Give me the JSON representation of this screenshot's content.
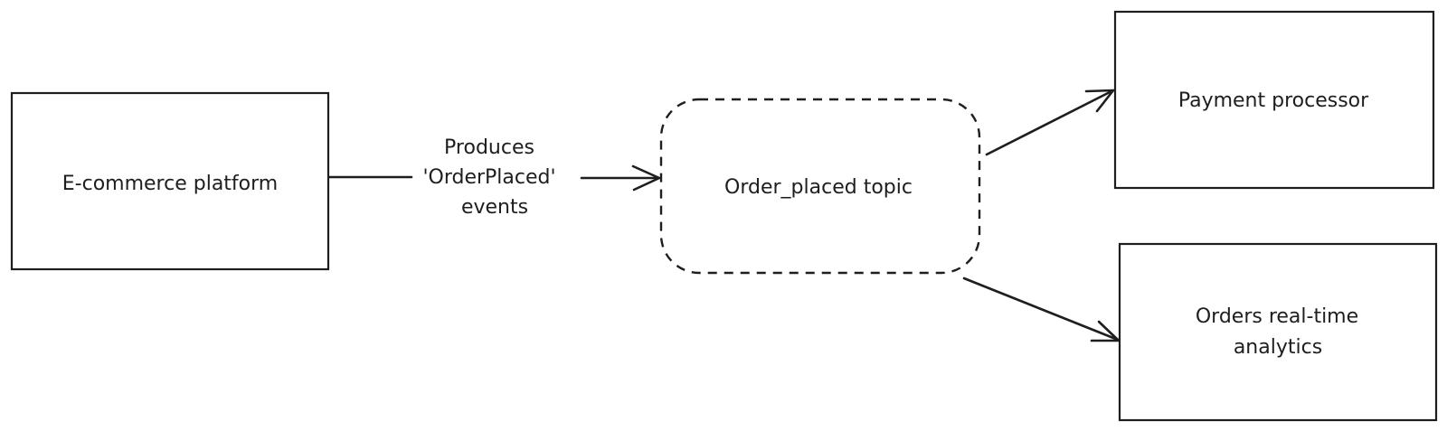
{
  "nodes": {
    "ecommerce": {
      "label": "E-commerce platform"
    },
    "topic": {
      "label": "Order_placed topic"
    },
    "payment": {
      "label": "Payment processor"
    },
    "analytics": {
      "label_line1": "Orders real-time",
      "label_line2": "analytics"
    }
  },
  "edges": {
    "produces": {
      "label_line1": "Produces",
      "label_line2": "'OrderPlaced'",
      "label_line3": "events"
    }
  },
  "colors": {
    "stroke": "#1e1e1e",
    "background": "#ffffff"
  }
}
